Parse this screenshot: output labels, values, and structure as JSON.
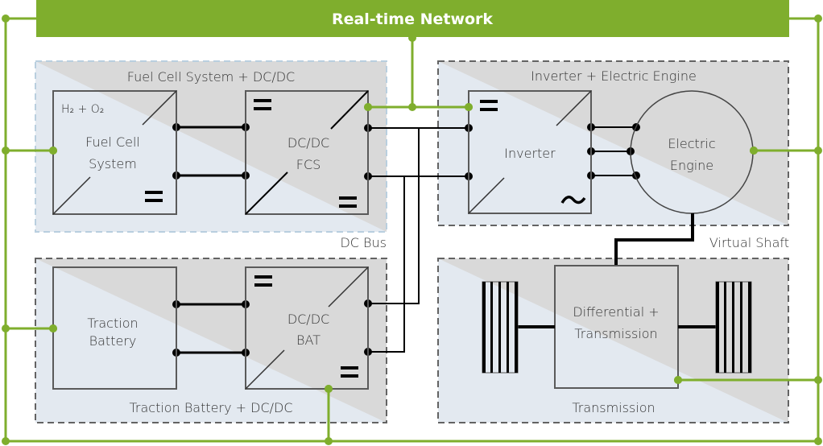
{
  "network": {
    "title": "Real-time Network",
    "color": "#7fae2d"
  },
  "colors": {
    "network_green": "#7fae2d",
    "panel_gray": "#d9d9d9",
    "panel_blue": "#e3e9f0",
    "dash_gray": "#636363",
    "dash_blue": "#b9cfdf",
    "wire": "#000000",
    "text": "#333333"
  },
  "groups": {
    "fuel_cell": {
      "title": "Fuel Cell System + DC/DC"
    },
    "inverter": {
      "title": "Inverter + Electric Engine"
    },
    "battery": {
      "title": "Traction Battery + DC/DC"
    },
    "transmission": {
      "title": "Transmission"
    }
  },
  "blocks": {
    "fuel_cell_system": {
      "line1": "Fuel Cell",
      "line2": "System",
      "input": "H₂ + O₂",
      "symbol": "="
    },
    "dcdc_fcs": {
      "line1": "DC/DC",
      "line2": "FCS",
      "symbol_in": "=",
      "symbol_out": "="
    },
    "inverter": {
      "line1": "Inverter",
      "symbol_in": "=",
      "symbol_out": "~"
    },
    "electric_engine": {
      "line1": "Electric",
      "line2": "Engine"
    },
    "traction_battery": {
      "line1": "Traction",
      "line2": "Battery"
    },
    "dcdc_bat": {
      "line1": "DC/DC",
      "line2": "BAT",
      "symbol_in": "=",
      "symbol_out": "="
    },
    "differential": {
      "line1": "Differential +",
      "line2": "Transmission"
    }
  },
  "labels": {
    "dc_bus": "DC Bus",
    "virtual_shaft": "Virtual Shaft"
  }
}
